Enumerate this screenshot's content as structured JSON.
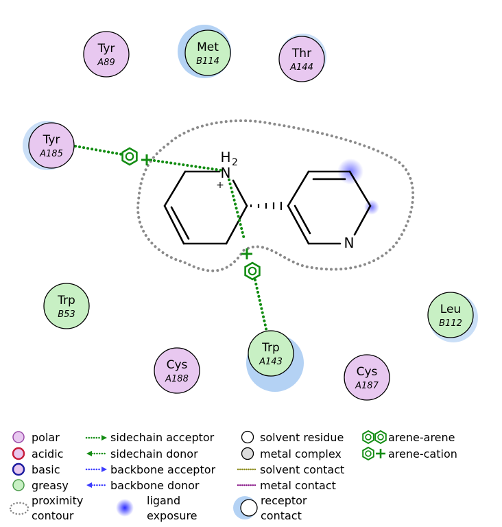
{
  "residues": [
    {
      "name": "Tyr",
      "id": "A89",
      "kind": "polar"
    },
    {
      "name": "Met",
      "id": "B114",
      "kind": "greasy"
    },
    {
      "name": "Thr",
      "id": "A144",
      "kind": "polar"
    },
    {
      "name": "Tyr",
      "id": "A185",
      "kind": "polar"
    },
    {
      "name": "Trp",
      "id": "B53",
      "kind": "greasy"
    },
    {
      "name": "Cys",
      "id": "A188",
      "kind": "polar"
    },
    {
      "name": "Trp",
      "id": "A143",
      "kind": "greasy"
    },
    {
      "name": "Cys",
      "id": "A187",
      "kind": "polar"
    },
    {
      "name": "Leu",
      "id": "B112",
      "kind": "greasy"
    }
  ],
  "ligand": {
    "amine_atom": "N",
    "amine_h": "H",
    "amine_h_count": "2",
    "charge": "+",
    "pyridine_atom": "N",
    "arene_cation_symbol": "+"
  },
  "legend": {
    "polar": "polar",
    "acidic": "acidic",
    "basic": "basic",
    "greasy": "greasy",
    "proximity_1": "proximity",
    "proximity_2": "contour",
    "sidechain_acceptor": "sidechain acceptor",
    "sidechain_donor": "sidechain donor",
    "backbone_acceptor": "backbone acceptor",
    "backbone_donor": "backbone donor",
    "exposure_1": "ligand",
    "exposure_2": "exposure",
    "solvent_residue": "solvent residue",
    "metal_complex": "metal complex",
    "solvent_contact": "solvent contact",
    "metal_contact": "metal contact",
    "receptor_1": "receptor",
    "receptor_2": "contact",
    "arene_arene": "arene-arene",
    "arene_cation": "arene-cation"
  },
  "colors": {
    "polar_fill": "#e8c8f0",
    "polar_stroke": "#9a4aa8",
    "greasy_fill": "#c8f0c4",
    "greasy_stroke": "#4a9a4a",
    "acidic_stroke": "#c81e3c",
    "basic_stroke": "#1e1ea0",
    "interaction_green": "#128c12",
    "receptor_halo": "#b4d2f4",
    "exposure_blue": "#5050ff",
    "contour_gray": "#888888"
  }
}
